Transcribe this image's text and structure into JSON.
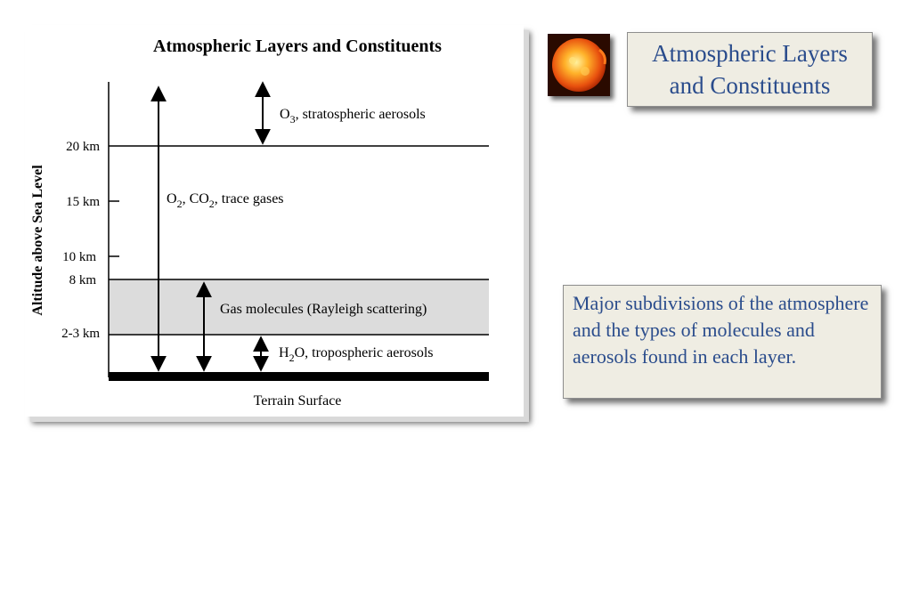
{
  "diagram": {
    "title": "Atmospheric Layers and Constituents",
    "y_axis_label": "Altitude above Sea Level",
    "ticks": [
      "20 km",
      "15 km",
      "10 km",
      "8 km",
      "2-3 km"
    ],
    "layers": {
      "stratosphere": {
        "base": "O",
        "sub": "3",
        "rest": ", stratospheric aerosols"
      },
      "upper": {
        "p1": "O",
        "s1": "2",
        "p2": ", CO",
        "s2": "2",
        "p3": ", trace gases"
      },
      "rayleigh": "Gas molecules (Rayleigh scattering)",
      "troposphere": {
        "base": "H",
        "sub": "2",
        "rest": "O, tropospheric aerosols"
      }
    },
    "ground_label": "Terrain Surface"
  },
  "slide": {
    "title_line1": "Atmospheric Layers",
    "title_line2": "and Constituents",
    "caption": "Major subdivisions of the atmosphere and the types of molecules and aerosols found in each layer."
  },
  "colors": {
    "accent_text": "#2a4c8c",
    "box_background": "#efede3",
    "rayleigh_band": "#dcdcdc"
  },
  "icons": {
    "thumbnail": "sun-image"
  }
}
